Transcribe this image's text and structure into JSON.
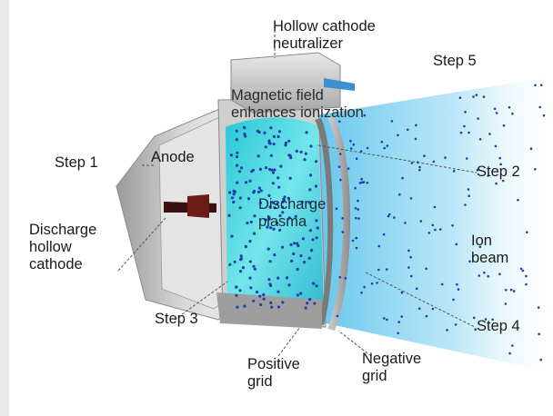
{
  "colors": {
    "background_strip": "#e8e8e8",
    "panel": "#ffffff",
    "plasma": "#34d6de",
    "ion_beam": "#4fc6ec",
    "metal": "#bdbdbd",
    "ions": "#1f3fa8",
    "cathode_tip": "#6e1a16"
  },
  "labels": {
    "neutralizer": "Hollow cathode\nneutralizer",
    "step5": "Step 5",
    "magnetic": "Magnetic field\nenhances ionization",
    "step1": "Step 1",
    "anode": "Anode",
    "step2": "Step 2",
    "discharge_plasma": "Discharge\nplasma",
    "discharge_cathode": "Discharge\nhollow\ncathode",
    "ion_beam": "Ion\nbeam",
    "step3": "Step 3",
    "step4": "Step 4",
    "positive_grid": "Positive\ngrid",
    "negative_grid": "Negative\ngrid"
  }
}
